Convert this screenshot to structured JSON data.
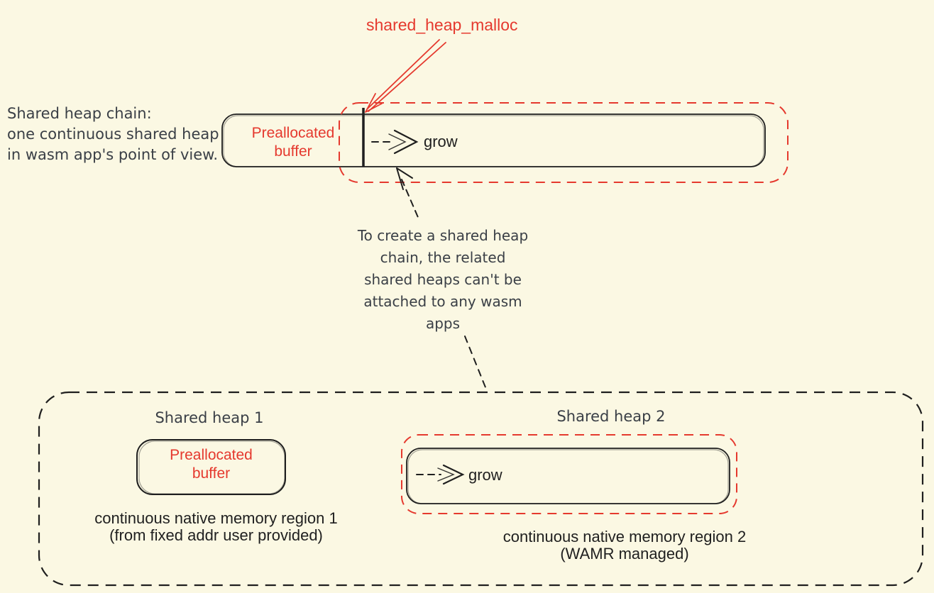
{
  "colors": {
    "background": "#FBF8E3",
    "red_accent": "#E5392E",
    "ink_black": "#1F1F1F",
    "note_gray": "#3A3F46"
  },
  "top": {
    "malloc_label": "shared_heap_malloc"
  },
  "chain": {
    "note": "Shared heap chain:\none continuous shared heap\nin wasm app's point of view.",
    "preallocated_label": "Preallocated\nbuffer",
    "grow_label": "grow"
  },
  "constraint_note": "To create a shared heap\nchain, the related\nshared heaps can't be\nattached to any wasm\napps",
  "regions": {
    "heap1": {
      "title": "Shared heap 1",
      "preallocated_label": "Preallocated\nbuffer",
      "caption": "continuous native memory region 1\n(from fixed addr user provided)"
    },
    "heap2": {
      "title": "Shared heap 2",
      "grow_label": "grow",
      "caption": "continuous native memory region 2\n(WAMR managed)"
    }
  }
}
